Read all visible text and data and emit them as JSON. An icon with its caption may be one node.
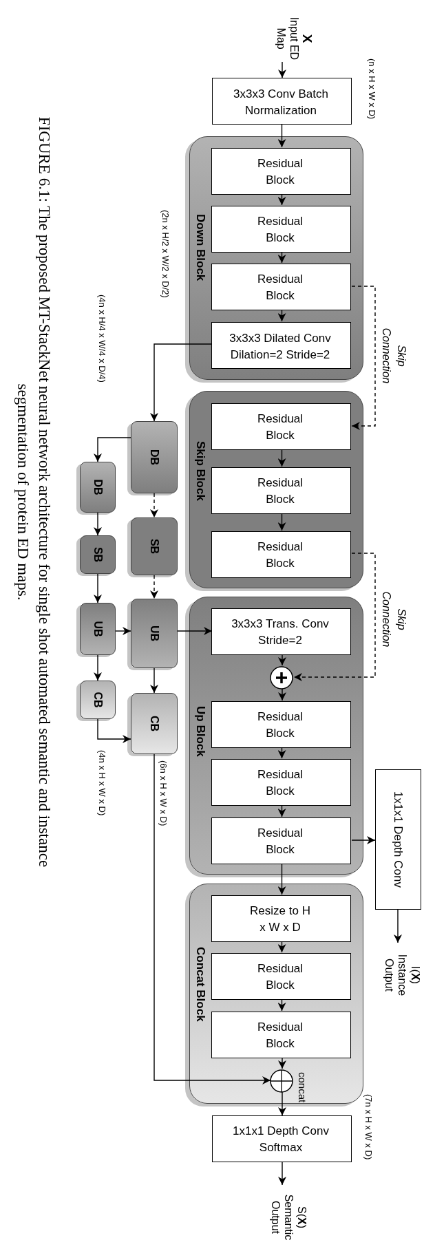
{
  "diagram": {
    "caption": "FIGURE 6.1: The proposed MT-StackNet neural network architecture for single shot automated semantic and instance segmentation of protein ED maps.",
    "nodes": [
      {
        "text": [
          "X",
          "Input ED Map"
        ]
      },
      {
        "text": [
          "3x3x3 Conv Batch Normalization"
        ]
      },
      {
        "text": [
          "Down Block"
        ]
      },
      {
        "text": [
          "Residual Block"
        ],
        "in": 2
      },
      {
        "text": [
          "Residual Block"
        ],
        "in": 2
      },
      {
        "text": [
          "Residual Block"
        ],
        "in": 2
      },
      {
        "text": [
          "3x3x3 Dilated Conv Dilation=2 Stride=2"
        ],
        "in": 2
      },
      {
        "text": [
          "Skip Block"
        ]
      },
      {
        "text": [
          "Residual Block"
        ],
        "in": 7
      },
      {
        "text": [
          "Residual Block"
        ],
        "in": 7
      },
      {
        "text": [
          "Residual Block"
        ],
        "in": 7
      },
      {
        "text": [
          "Up Block"
        ]
      },
      {
        "text": [
          "3x3x3 Trans. Conv Stride=2"
        ],
        "in": 11
      },
      {
        "text": [],
        "shape": "circle",
        "in": 11
      },
      {
        "text": [
          "Residual Block"
        ],
        "in": 11
      },
      {
        "text": [
          "Residual Block"
        ],
        "in": 11
      },
      {
        "text": [
          "Residual Block"
        ],
        "in": 11
      },
      {
        "text": [
          "Concat Block"
        ]
      },
      {
        "text": [
          "Resize to H x W x D"
        ],
        "in": 17
      },
      {
        "text": [
          "Residual Block"
        ],
        "in": 17
      },
      {
        "text": [
          "Residual Block"
        ],
        "in": 17
      },
      {
        "text": [],
        "shape": "circle",
        "in": 17,
        "beside": [
          "concat"
        ]
      },
      {
        "text": [
          "1x1x1 Depth Conv Softmax"
        ]
      },
      {
        "text": [
          "S(**X**)",
          "Semantic Output"
        ]
      },
      {
        "text": [
          "1x1x1 Depth Conv"
        ]
      },
      {
        "text": [
          "I(**X**)",
          "Instance Output"
        ]
      },
      {
        "text": [
          "DB"
        ]
      },
      {
        "text": [
          "SB"
        ]
      },
      {
        "text": [
          "UB"
        ]
      },
      {
        "text": [
          "CB"
        ]
      },
      {
        "text": [
          "DB"
        ]
      },
      {
        "text": [
          "SB"
        ]
      },
      {
        "text": [
          "UB"
        ]
      },
      {
        "text": [
          "CB"
        ]
      }
    ],
    "edges": [
      {
        "from": 0,
        "to": 1,
        "arrow": "to"
      },
      {
        "from": 1,
        "to": 3,
        "arrow": "to"
      },
      {
        "from": 3,
        "to": 4,
        "arrow": "to"
      },
      {
        "from": 4,
        "to": 5,
        "arrow": "to"
      },
      {
        "from": 5,
        "to": 6,
        "arrow": "to"
      },
      {
        "from": 6,
        "to": 26,
        "arrow": "to"
      },
      {
        "from": 5,
        "to": 8,
        "arrow": "to",
        "style": "dashed",
        "label": "Skip Connection"
      },
      {
        "from": 8,
        "to": 9,
        "arrow": "to"
      },
      {
        "from": 9,
        "to": 10,
        "arrow": "to"
      },
      {
        "from": 10,
        "to": 13,
        "arrow": "to",
        "style": "dashed",
        "label": "Skip Connection"
      },
      {
        "from": 12,
        "to": 13,
        "arrow": "to"
      },
      {
        "from": 13,
        "to": 14,
        "arrow": "to"
      },
      {
        "from": 14,
        "to": 15,
        "arrow": "to"
      },
      {
        "from": 15,
        "to": 16,
        "arrow": "to"
      },
      {
        "from": 16,
        "to": 24,
        "arrow": "to"
      },
      {
        "from": 24,
        "to": 25,
        "arrow": "to"
      },
      {
        "from": 16,
        "to": 18,
        "arrow": "to"
      },
      {
        "from": 18,
        "to": 19,
        "arrow": "to"
      },
      {
        "from": 19,
        "to": 20,
        "arrow": "to"
      },
      {
        "from": 20,
        "to": 21,
        "arrow": "to"
      },
      {
        "from": 21,
        "to": 22,
        "arrow": "to"
      },
      {
        "from": 22,
        "to": 23,
        "arrow": "to"
      },
      {
        "from": 26,
        "to": 27,
        "arrow": "to",
        "style": "dashed"
      },
      {
        "from": 27,
        "to": 28,
        "arrow": "to",
        "style": "dashed"
      },
      {
        "from": 26,
        "to": 30,
        "arrow": "to"
      },
      {
        "from": 30,
        "to": 31,
        "arrow": "to"
      },
      {
        "from": 31,
        "to": 32,
        "arrow": "to"
      },
      {
        "from": 32,
        "to": 33,
        "arrow": "to"
      },
      {
        "from": 32,
        "to": 28,
        "arrow": "to"
      },
      {
        "from": 28,
        "to": 12,
        "arrow": "to"
      },
      {
        "from": 28,
        "to": 29,
        "arrow": "to"
      },
      {
        "from": 33,
        "to": 29,
        "arrow": "to"
      },
      {
        "from": 29,
        "to": 21,
        "arrow": "to"
      }
    ],
    "labels": [
      "(n x H x W x D)",
      "(2n x H/2 x W/2 x D/2)",
      "(4n x H/4 x W/4 x D/4)",
      "(4n x H x W x D)",
      "(6n x H x W x D)",
      "(7n x H x W x D)"
    ]
  }
}
